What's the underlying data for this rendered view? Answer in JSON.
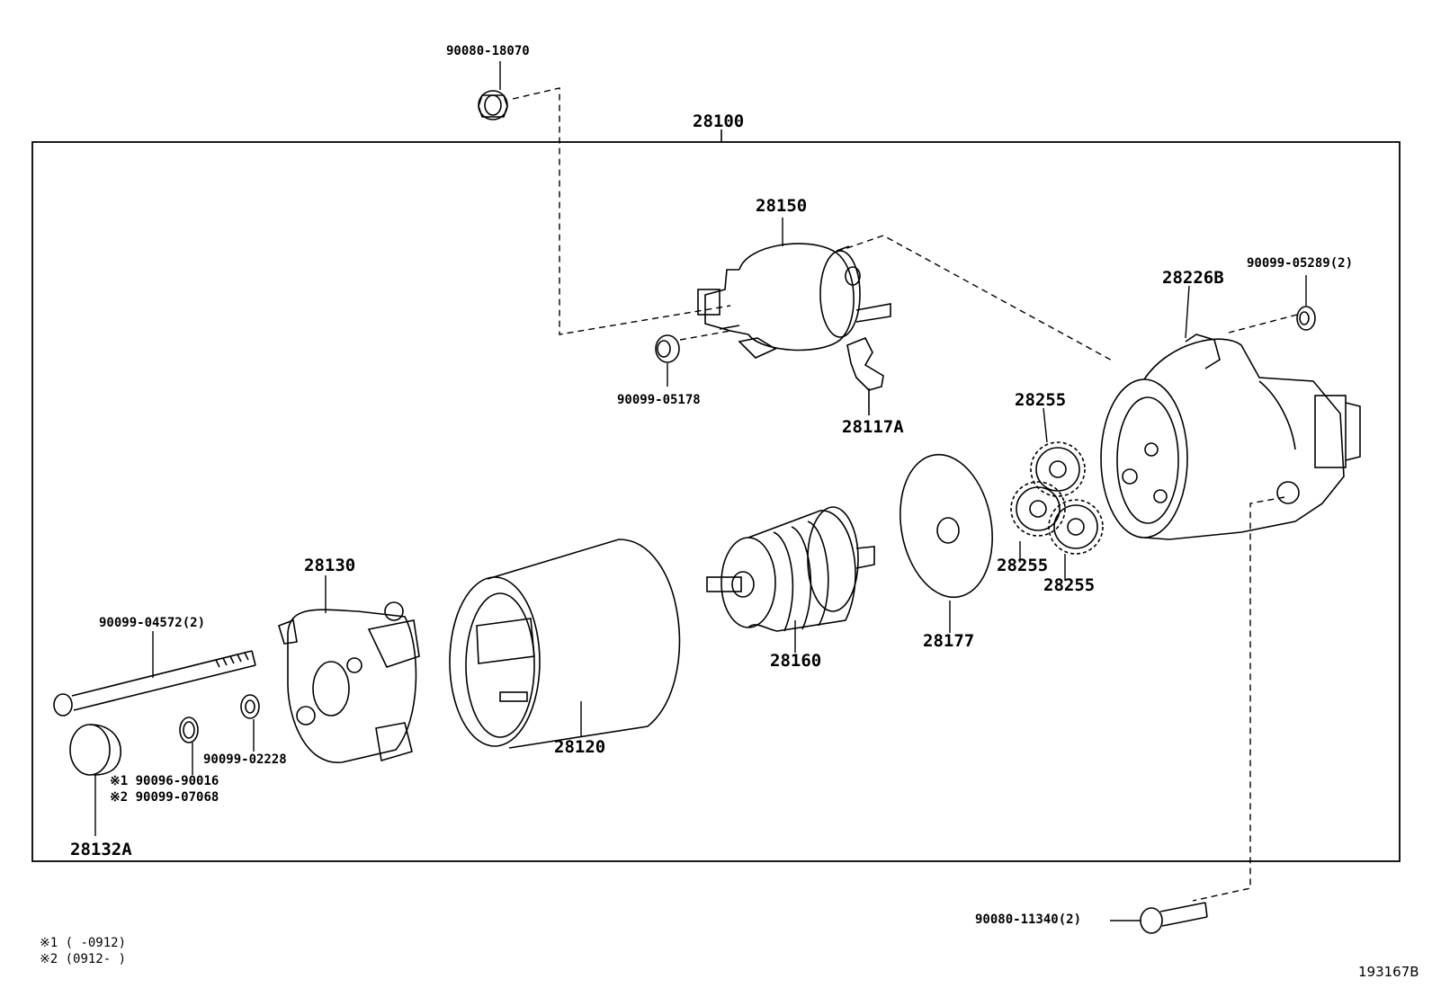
{
  "assembly_label": "28100",
  "parts": {
    "nut_top": "90080-18070",
    "solenoid": "28150",
    "nut_solenoid": "90099-05178",
    "lever": "28117A",
    "housing": "28226B",
    "nut_housing": "90099-05289(2)",
    "gear_top": "28255",
    "gear_left": "28255",
    "gear_right": "28255",
    "plate": "28177",
    "armature": "28160",
    "yoke": "28120",
    "end_frame": "28130",
    "through_bolt": "90099-04572(2)",
    "washer": "90099-02228",
    "clip_1": "※1 90096-90016",
    "clip_2": "※2 90099-07068",
    "cap": "28132A",
    "bolt_bottom": "90080-11340(2)"
  },
  "notes": {
    "note_1": "※1 (    -0912)",
    "note_2": "※2 (0912-    )"
  },
  "figure_number": "193167B",
  "colors": {
    "line": "#000000",
    "background": "#ffffff"
  }
}
